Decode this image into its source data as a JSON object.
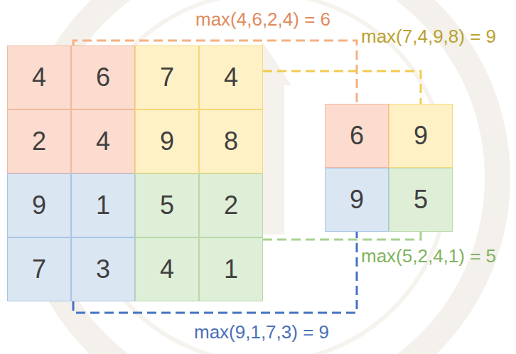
{
  "diagram": {
    "nodes": [
      {
        "text": [
          "4"
        ]
      },
      {
        "text": [
          "6"
        ]
      },
      {
        "text": [
          "7"
        ]
      },
      {
        "text": [
          "4"
        ]
      },
      {
        "text": [
          "2"
        ]
      },
      {
        "text": [
          "4"
        ]
      },
      {
        "text": [
          "9"
        ]
      },
      {
        "text": [
          "8"
        ]
      },
      {
        "text": [
          "9"
        ]
      },
      {
        "text": [
          "1"
        ]
      },
      {
        "text": [
          "5"
        ]
      },
      {
        "text": [
          "2"
        ]
      },
      {
        "text": [
          "7"
        ]
      },
      {
        "text": [
          "3"
        ]
      },
      {
        "text": [
          "4"
        ]
      },
      {
        "text": [
          "1"
        ]
      },
      {
        "text": [
          "6"
        ]
      },
      {
        "text": [
          "9"
        ]
      },
      {
        "text": [
          "9"
        ]
      },
      {
        "text": [
          "5"
        ]
      }
    ],
    "edges": [
      {
        "from": 1,
        "to": 16,
        "label": "max(4,6,2,4) = 6",
        "arrow": "none"
      },
      {
        "from": 3,
        "to": 17,
        "label": "max(7,4,9,8) = 9",
        "arrow": "none"
      },
      {
        "from": 15,
        "to": 19,
        "label": "max(5,2,4,1) = 5",
        "arrow": "none"
      },
      {
        "from": 13,
        "to": 18,
        "label": "max(9,1,7,3) = 9",
        "arrow": "none"
      }
    ]
  }
}
